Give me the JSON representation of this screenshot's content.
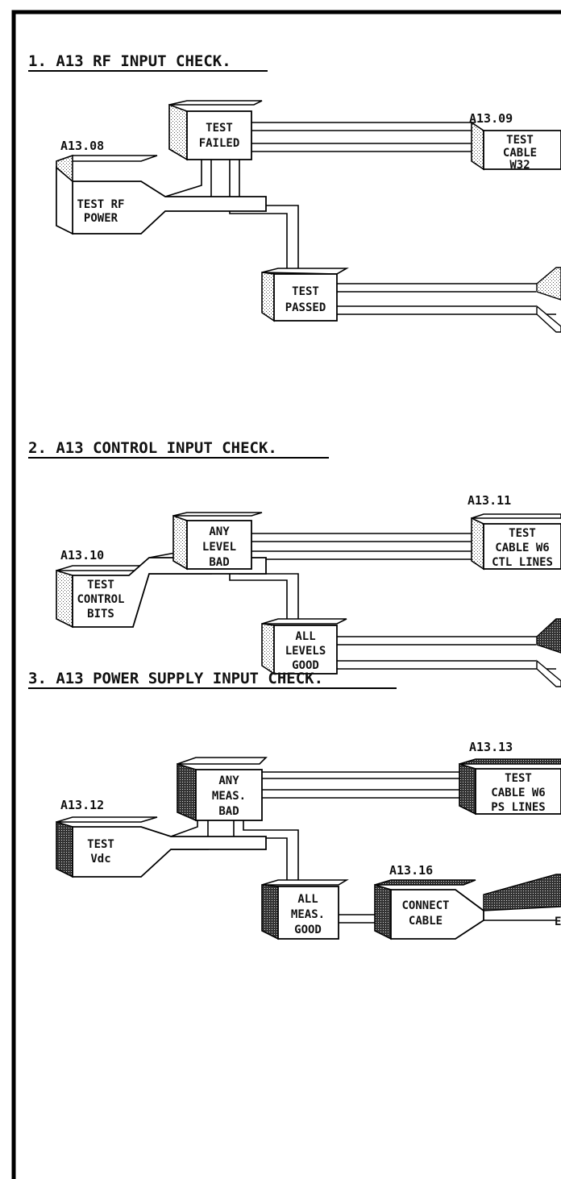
{
  "sections": [
    {
      "title": "1. A13 RF INPUT CHECK.",
      "start": {
        "ref": "A13.08",
        "lines": [
          "TEST RF",
          "POWER"
        ]
      },
      "fail": {
        "lines": [
          "TEST",
          "FAILED"
        ]
      },
      "pass": {
        "lines": [
          "TEST",
          "PASSED"
        ]
      },
      "next": {
        "ref": "A13.09",
        "lines": [
          "TEST",
          "CABLE",
          "W32"
        ]
      }
    },
    {
      "title": "2. A13 CONTROL INPUT CHECK.",
      "start": {
        "ref": "A13.10",
        "lines": [
          "TEST",
          "CONTROL",
          "BITS"
        ]
      },
      "fail": {
        "lines": [
          "ANY",
          "LEVEL",
          "BAD"
        ]
      },
      "pass": {
        "lines": [
          "ALL",
          "LEVELS",
          "GOOD"
        ]
      },
      "next": {
        "ref": "A13.11",
        "lines": [
          "TEST",
          "CABLE W6",
          "CTL LINES"
        ]
      }
    },
    {
      "title": "3. A13 POWER SUPPLY INPUT CHECK.",
      "start": {
        "ref": "A13.12",
        "lines": [
          "TEST",
          "Vdc"
        ]
      },
      "fail": {
        "lines": [
          "ANY",
          "MEAS.",
          "BAD"
        ]
      },
      "pass": {
        "lines": [
          "ALL",
          "MEAS.",
          "GOOD"
        ]
      },
      "next": {
        "ref": "A13.13",
        "lines": [
          "TEST",
          "CABLE W6",
          "PS LINES"
        ]
      },
      "extra": {
        "ref": "A13.16",
        "lines": [
          "CONNECT",
          "CABLE"
        ]
      },
      "cut_label": "E"
    }
  ]
}
